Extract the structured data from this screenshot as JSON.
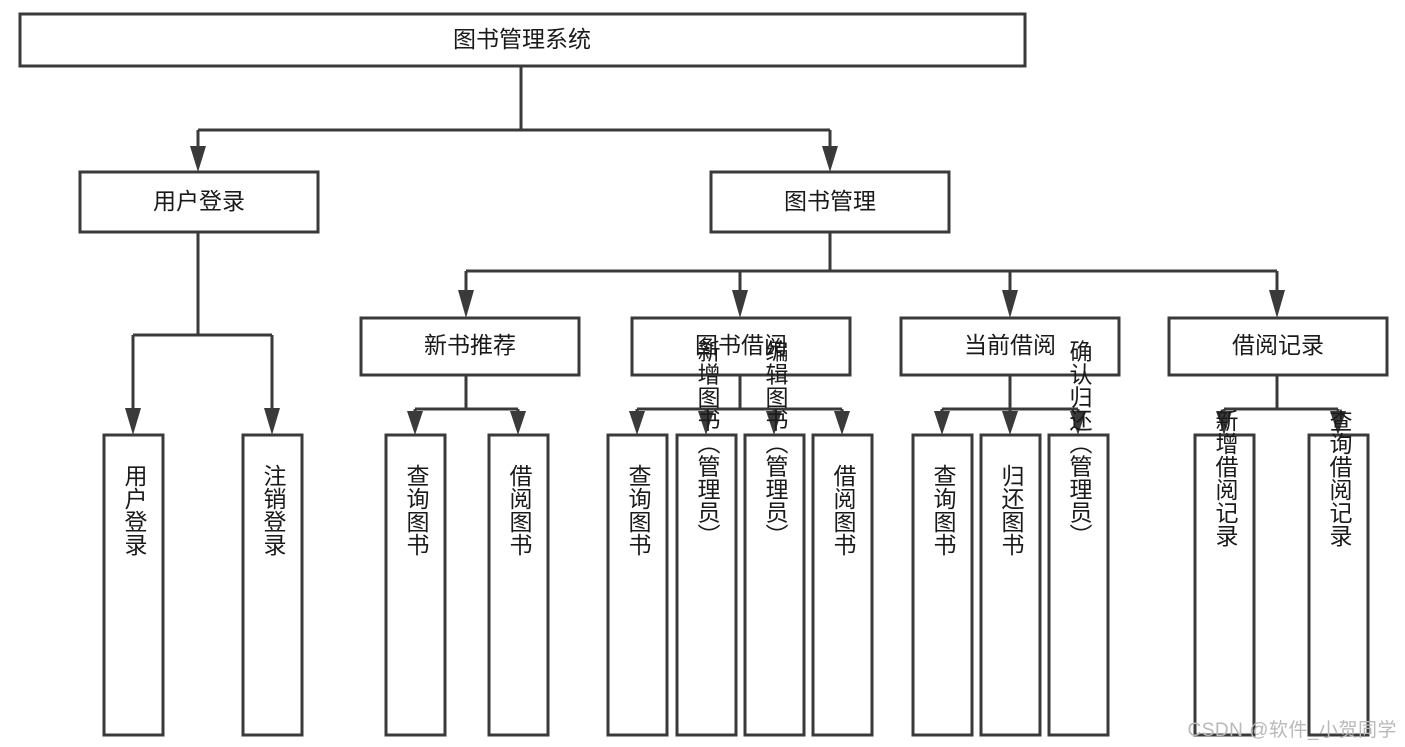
{
  "diagram": {
    "type": "tree-hierarchy",
    "title": "图书管理系统",
    "watermark": "CSDN @软件_小贺同学",
    "colors": {
      "box_fill": "#ffffff",
      "box_stroke": "#3a3a3a",
      "text": "#1a1a1a",
      "watermark": "#b9b9b9",
      "background": "#ffffff"
    },
    "levels": {
      "root": {
        "label": "图书管理系统"
      },
      "level2": [
        {
          "label": "用户登录"
        },
        {
          "label": "图书管理"
        }
      ],
      "level3": [
        {
          "label": "新书推荐"
        },
        {
          "label": "图书借阅"
        },
        {
          "label": "当前借阅"
        },
        {
          "label": "借阅记录"
        }
      ],
      "leaves": {
        "user_login": [
          {
            "label": "用户登录"
          },
          {
            "label": "注销登录"
          }
        ],
        "new_book_recommend": [
          {
            "label": "查询图书"
          },
          {
            "label": "借阅图书"
          }
        ],
        "book_borrow": [
          {
            "label": "查询图书"
          },
          {
            "label": "新增图书（管理员）"
          },
          {
            "label": "编辑图书（管理员）"
          },
          {
            "label": "借阅图书"
          }
        ],
        "current_borrow": [
          {
            "label": "查询图书"
          },
          {
            "label": "归还图书"
          },
          {
            "label": "确认归还（管理员）"
          }
        ],
        "borrow_records": [
          {
            "label": "新增借阅记录"
          },
          {
            "label": "查询借阅记录"
          }
        ]
      }
    }
  }
}
